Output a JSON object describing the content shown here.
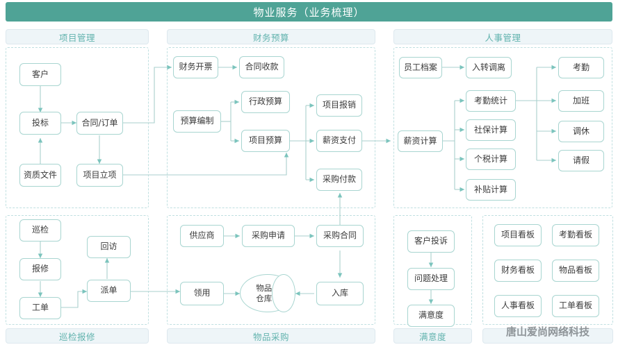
{
  "header": {
    "title": "物业服务（业务梳理）",
    "color": "#4fa396"
  },
  "watermark": {
    "text": "唐山爱尚网络科技"
  },
  "panels": {
    "project": {
      "title": "项目管理",
      "nodes": [
        {
          "label": "客户"
        },
        {
          "label": "投标"
        },
        {
          "label": "合同/订单"
        },
        {
          "label": "资质文件"
        },
        {
          "label": "项目立项"
        }
      ]
    },
    "finance": {
      "title": "财务预算",
      "nodes": [
        {
          "label": "财务开票"
        },
        {
          "label": "合同收款"
        },
        {
          "label": "预算编制"
        },
        {
          "label": "行政预算"
        },
        {
          "label": "项目预算"
        },
        {
          "label": "项目报销"
        },
        {
          "label": "薪资支付"
        },
        {
          "label": "采购付款"
        }
      ]
    },
    "hr": {
      "title": "人事管理",
      "nodes": [
        {
          "label": "员工档案"
        },
        {
          "label": "入转调离"
        },
        {
          "label": "薪资计算"
        },
        {
          "label": "考勤统计"
        },
        {
          "label": "社保计算"
        },
        {
          "label": "个税计算"
        },
        {
          "label": "补贴计算"
        },
        {
          "label": "考勤"
        },
        {
          "label": "加班"
        },
        {
          "label": "调休"
        },
        {
          "label": "请假"
        }
      ]
    },
    "inspection": {
      "title": "巡检报修",
      "nodes": [
        {
          "label": "巡检"
        },
        {
          "label": "报修"
        },
        {
          "label": "工单"
        },
        {
          "label": "派单"
        },
        {
          "label": "回访"
        }
      ]
    },
    "procurement": {
      "title": "物品采购",
      "nodes": [
        {
          "label": "供应商"
        },
        {
          "label": "采购申请"
        },
        {
          "label": "采购合同"
        },
        {
          "label": "入库"
        },
        {
          "label": "领用"
        },
        {
          "label": "物品\n仓库"
        }
      ]
    },
    "satisfaction": {
      "title": "满意度",
      "nodes": [
        {
          "label": "客户投诉"
        },
        {
          "label": "问题处理"
        },
        {
          "label": "满意度"
        }
      ]
    },
    "dashboards": {
      "title": "",
      "nodes": [
        {
          "label": "项目看板"
        },
        {
          "label": "考勤看板"
        },
        {
          "label": "财务看板"
        },
        {
          "label": "物品看板"
        },
        {
          "label": "人事看板"
        },
        {
          "label": "工单看板"
        }
      ]
    }
  }
}
